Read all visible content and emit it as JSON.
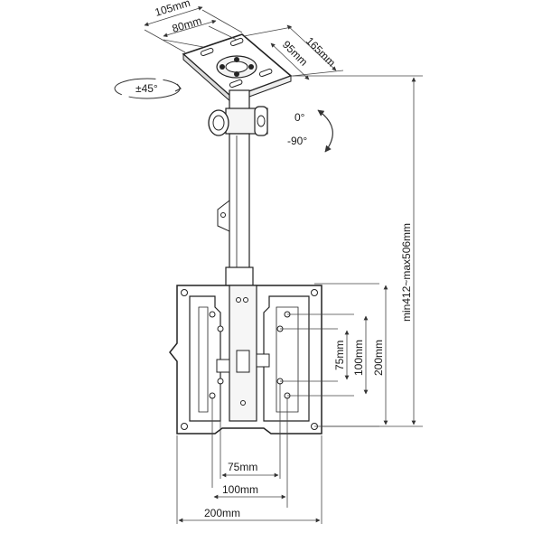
{
  "ceiling_plate": {
    "width_label": "105mm",
    "hole_spacing_label": "80mm",
    "depth_label": "165mm",
    "hole_depth_label": "95mm",
    "swivel_label": "±45°"
  },
  "tilt": {
    "upper_label": "0°",
    "lower_label": "-90°"
  },
  "height": {
    "range_label": "min412~max506mm"
  },
  "vesa": {
    "vertical_small_label": "75mm",
    "vertical_medium_label": "100mm",
    "vertical_large_label": "200mm",
    "horizontal_small_label": "75mm",
    "horizontal_medium_label": "100mm",
    "horizontal_large_label": "200mm"
  }
}
